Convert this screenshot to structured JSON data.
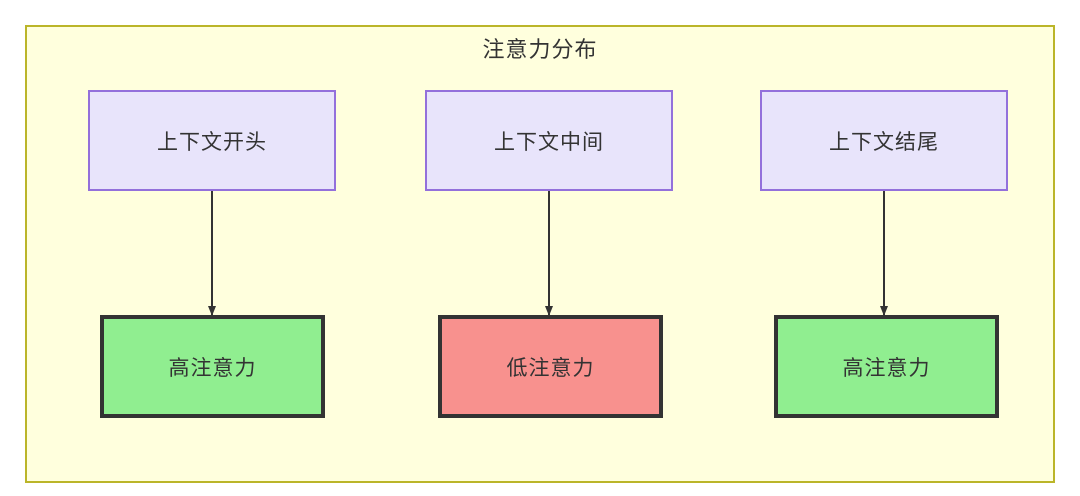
{
  "diagram": {
    "title": "注意力分布",
    "type": "flowchart",
    "direction": "top-down",
    "colors": {
      "container_background": "#ffffdd",
      "container_border": "#bbb529",
      "context_fill": "#e8e4fb",
      "context_border": "#9370db",
      "high_attention_fill": "#90ee90",
      "low_attention_fill": "#f8918e",
      "emphasis_border": "#333333",
      "text": "#333333",
      "edge": "#333333"
    },
    "nodes": {
      "context": [
        {
          "id": "ctx-start",
          "label": "上下文开头"
        },
        {
          "id": "ctx-middle",
          "label": "上下文中间"
        },
        {
          "id": "ctx-end",
          "label": "上下文结尾"
        }
      ],
      "attention": [
        {
          "id": "att-start",
          "label": "高注意力",
          "level": "high"
        },
        {
          "id": "att-middle",
          "label": "低注意力",
          "level": "low"
        },
        {
          "id": "att-end",
          "label": "高注意力",
          "level": "high"
        }
      ]
    },
    "edges": [
      {
        "from": "ctx-start",
        "to": "att-start",
        "arrow": "arrowhead-icon"
      },
      {
        "from": "ctx-middle",
        "to": "att-middle",
        "arrow": "arrowhead-icon"
      },
      {
        "from": "ctx-end",
        "to": "att-end",
        "arrow": "arrowhead-icon"
      }
    ]
  }
}
